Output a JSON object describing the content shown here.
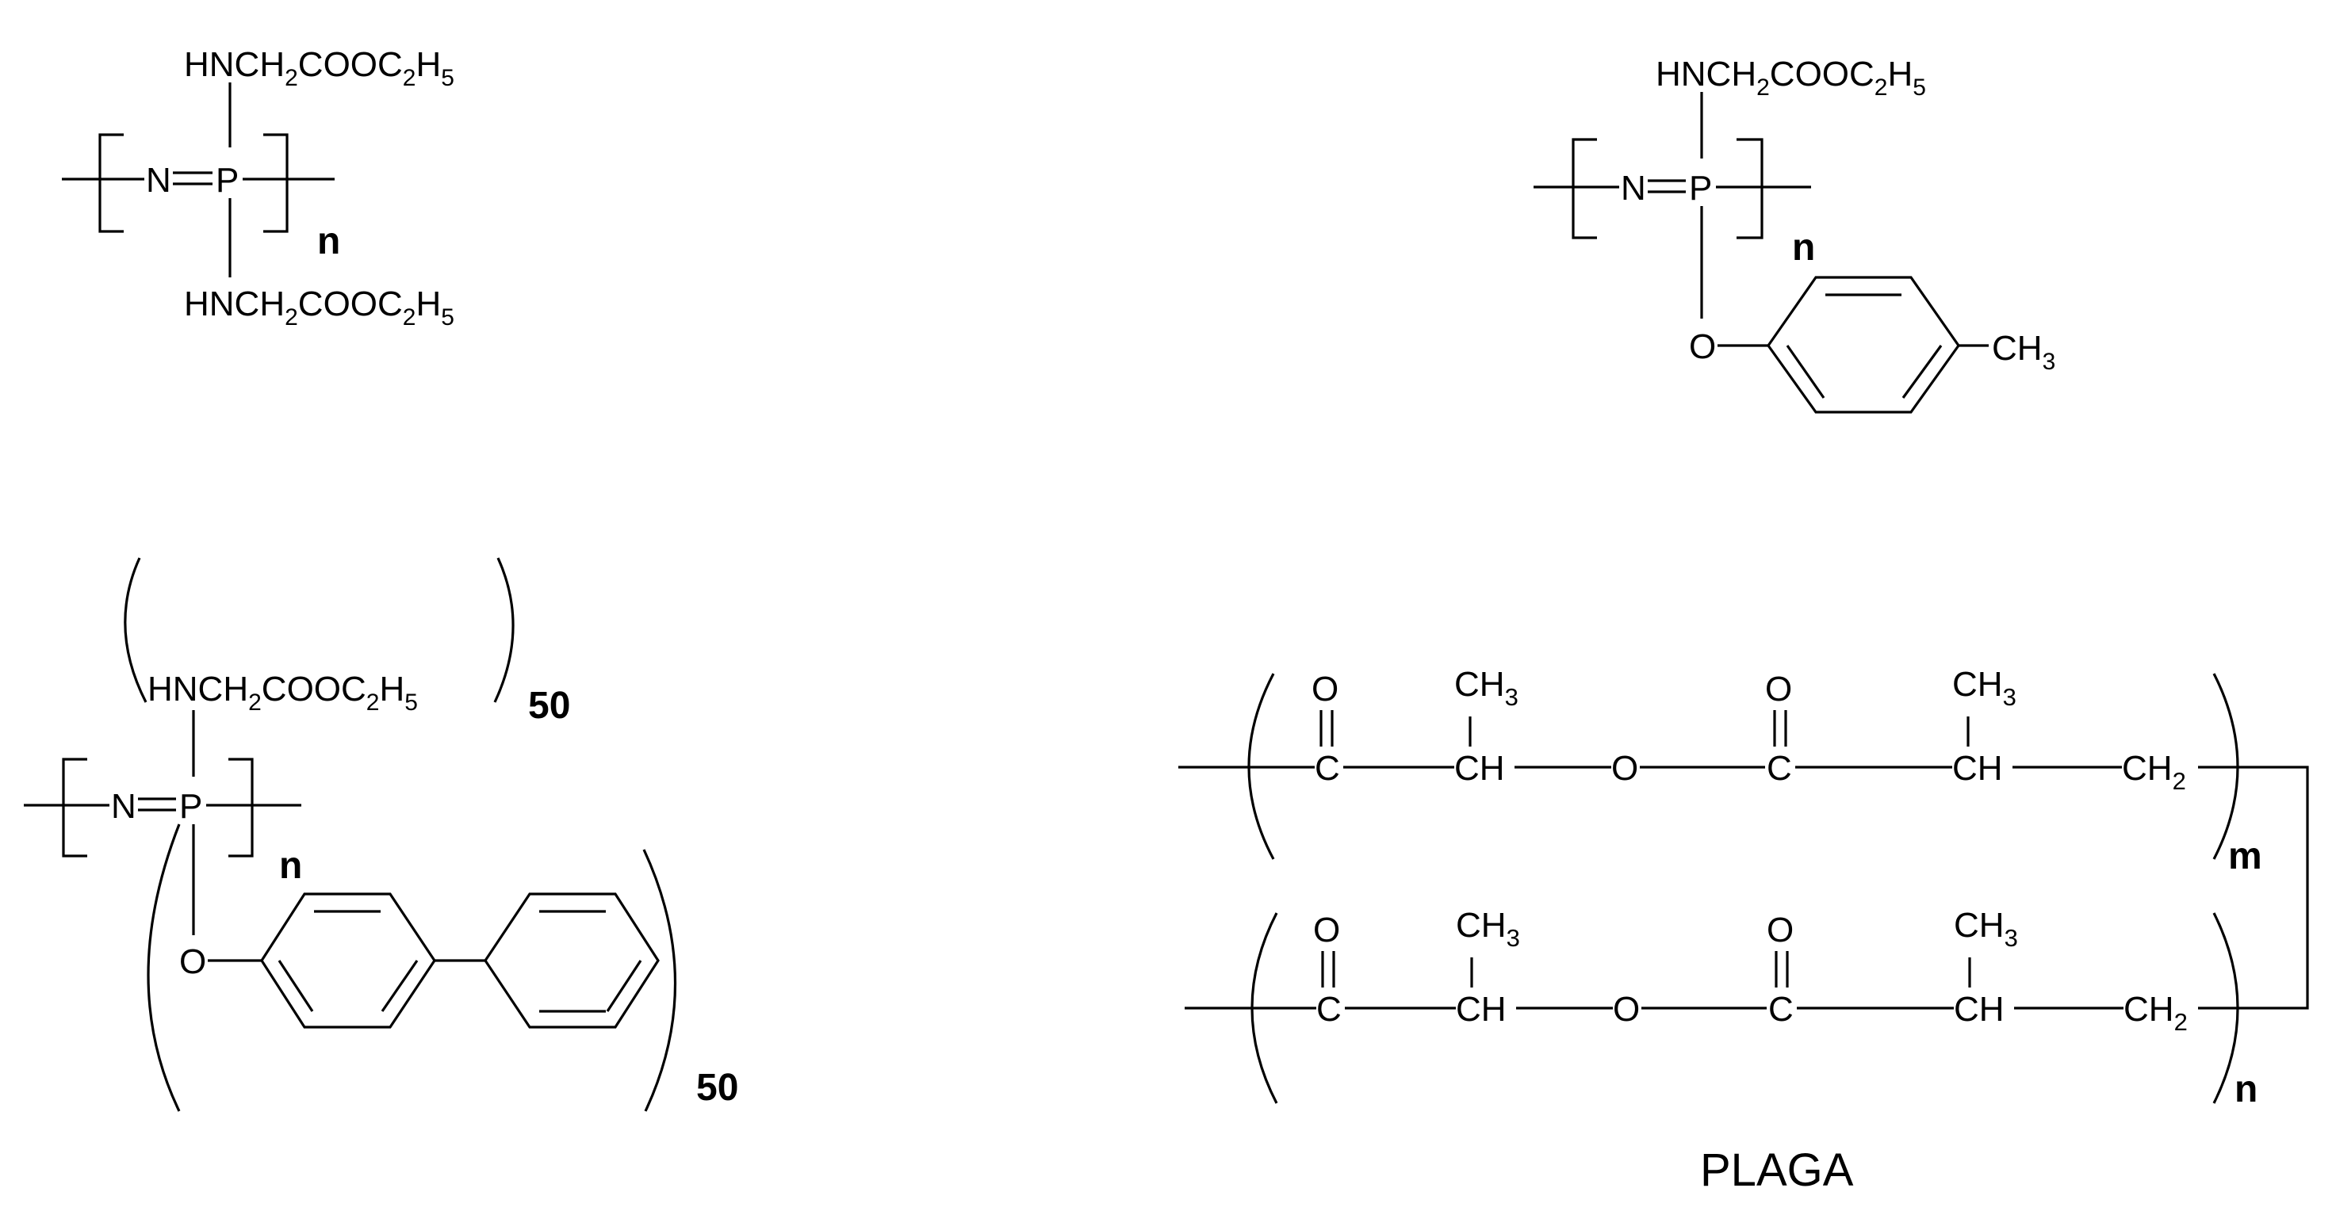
{
  "colors": {
    "ink": "#000000",
    "background": "#ffffff"
  },
  "atoms": {
    "N": "N",
    "P": "P",
    "O": "O",
    "C": "C",
    "CH": "CH",
    "CH3": "CH",
    "CH2": "CH",
    "sub2": "2",
    "sub3": "3"
  },
  "groups": {
    "hn_ester_main": "HNCH",
    "ester_mid": "COOC",
    "ester_h": "H",
    "sub2": "2",
    "sub5": "5"
  },
  "structures": {
    "top_left": {
      "repeat": "n"
    },
    "top_right": {
      "repeat": "n",
      "methyl": "CH",
      "methyl_sub": "3"
    },
    "bottom_left": {
      "repeat": "n",
      "upper_fraction": "50",
      "lower_fraction": "50"
    },
    "bottom_right": {
      "repeat_upper": "m",
      "repeat_lower": "n",
      "caption": "PLAGA"
    }
  }
}
